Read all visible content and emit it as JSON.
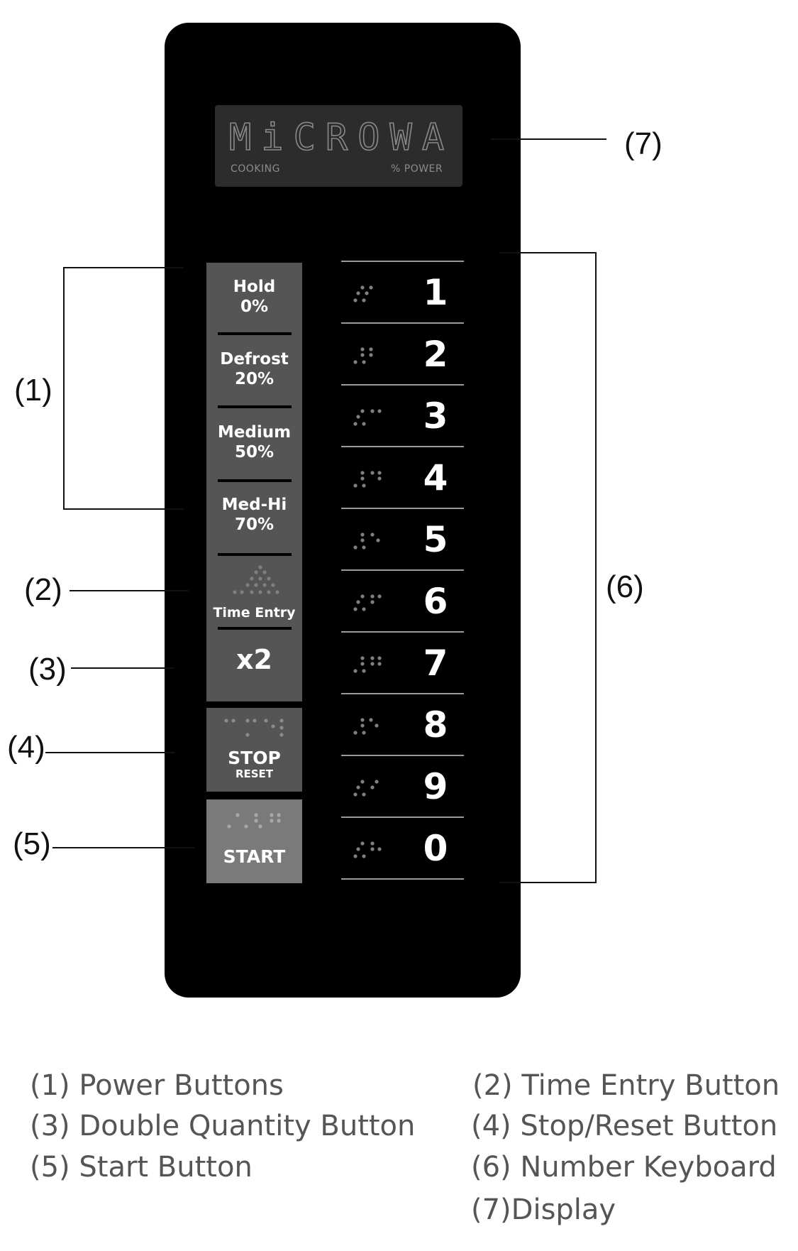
{
  "display": {
    "text": "MiCROWA",
    "label_left": "COOKING",
    "label_right": "% POWER"
  },
  "power_buttons": [
    {
      "name": "Hold",
      "level": "0%"
    },
    {
      "name": "Defrost",
      "level": "20%"
    },
    {
      "name": "Medium",
      "level": "50%"
    },
    {
      "name": "Med-Hi",
      "level": "70%"
    }
  ],
  "time_entry_label": "Time Entry",
  "double_label": "x2",
  "stop": {
    "label": "STOP",
    "sub": "RESET"
  },
  "start_label": "START",
  "keys": [
    "1",
    "2",
    "3",
    "4",
    "5",
    "6",
    "7",
    "8",
    "9",
    "0"
  ],
  "callouts": {
    "c1": "(1)",
    "c2": "(2)",
    "c3": "(3)",
    "c4": "(4)",
    "c5": "(5)",
    "c6": "(6)",
    "c7": "(7)"
  },
  "legend": {
    "l1": "(1) Power Buttons",
    "l2": "(2) Time Entry Button",
    "l3": "(3) Double Quantity Button",
    "l4": "(4) Stop/Reset Button",
    "l5": "(5) Start Button",
    "l6": "(6) Number Keyboard",
    "l7": "(7)Display"
  },
  "colors": {
    "panel": "#000000",
    "button": "#555555",
    "start_button": "#7a7a7a",
    "display_bg": "#2c2c2c",
    "braille_dot": "#7f7f7f"
  }
}
